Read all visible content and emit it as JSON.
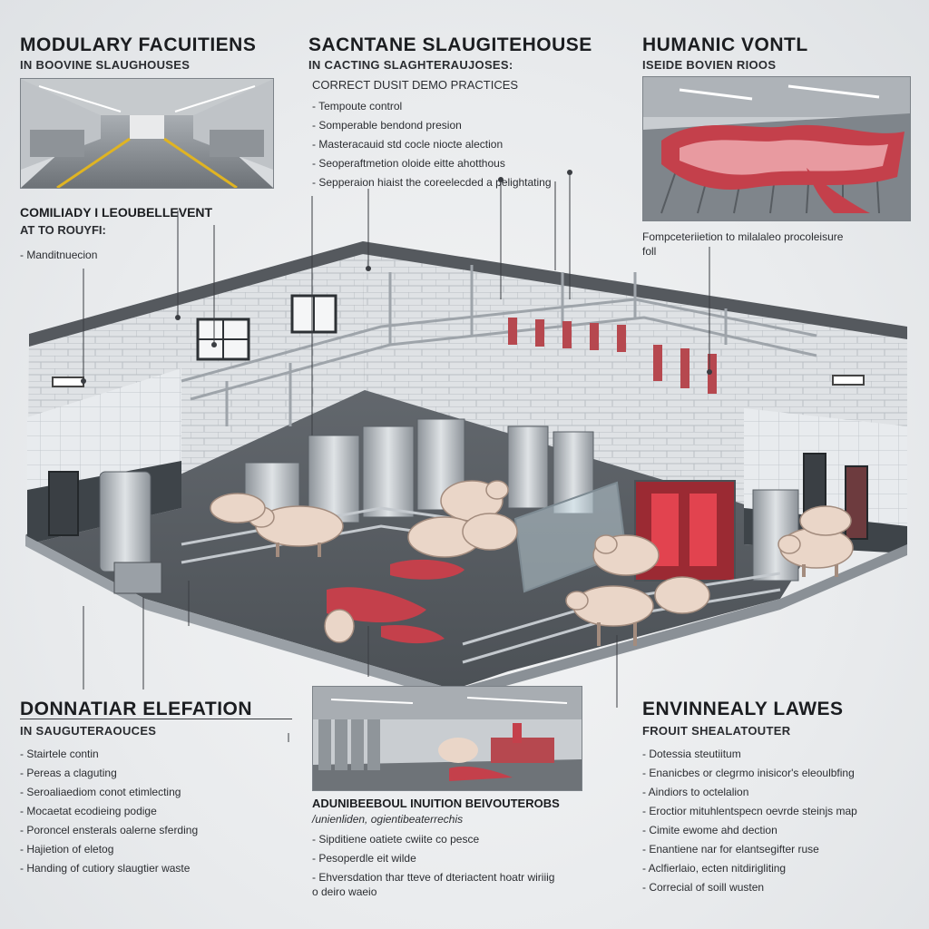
{
  "panels": {
    "top_left": {
      "title": "MODULARY FACUITIENS",
      "subtitle": "IN BOOVINE SLAUGHOUSES"
    },
    "top_center": {
      "title": "SACNTANE SLAUGITEHOUSE",
      "subtitle": "IN CACTING SLAGHTERAUJOSES:",
      "subtitle2": "CORRECT   DUSIT DEMO PRACTICES",
      "items": [
        "Tempoute control",
        "Somperable bendond presion",
        "Masteracauid std cocle niocte alection",
        "Seoperaftmetion oloide eitte ahotthous",
        "Sepperaion hiaist the coreelecded a pelightating"
      ]
    },
    "top_right": {
      "title": "HUMANIC VONTL",
      "subtitle": "ISEIDE BOVIEN RIOOS",
      "caption": "Fompceteriietion to milalaleo procoleisure",
      "caption2": "foll"
    },
    "mid_left": {
      "title": "COMILIADY I LEOUBELLEVENT",
      "subtitle": "AT TO ROUYFI:",
      "item": "Manditnuecion"
    },
    "bottom_left": {
      "title": "DONNATIAR ELEFATION",
      "subtitle": "IN SAUGUTERAOUCES",
      "items": [
        "Stairtele contin",
        "Pereas a claguting",
        "Seroaliaediom conot etimlecting",
        "Mocaetat ecodieing podige",
        "Poroncel ensterals oalerne sferding",
        "Hajietion of eletog",
        "Handing of cutiory slaugtier waste"
      ]
    },
    "bottom_center": {
      "title": "ADUNIBEEBOUL INUITION   BEIVOUTEROBS",
      "subtitle": "/unienliden,  ogientibeaterrechis",
      "items": [
        "Sipditiene oatiete cwiite co pesce",
        "Pesoperdle eit wilde",
        "Ehversdation thar tteve of dteriactent hoatr wiriiig",
        "o deiro waeio"
      ]
    },
    "bottom_right": {
      "title": "ENVINNEALY LAWES",
      "subtitle": "FROUIT SHEALATOUTER",
      "items": [
        "Dotessia steutiitum",
        "Enanicbes or clegrmo inisicor's eleoulbfing",
        "Aindiors to octelalion",
        "Eroctior mituhlentspecn oevrde steinjs map",
        "Cimite ewome ahd dection",
        "Enantiene nar for elantsegifter ruse",
        "Aclfierlaio, ecten nitdirigliting",
        "Correcial of soill wusten"
      ]
    }
  },
  "colors": {
    "steel": "#b8bec5",
    "wall_tile": "#e8ebee",
    "floor": "#5c6167",
    "meat": "#c4404b",
    "cattle": "#ead6c8",
    "red_light": "#d8283a"
  }
}
